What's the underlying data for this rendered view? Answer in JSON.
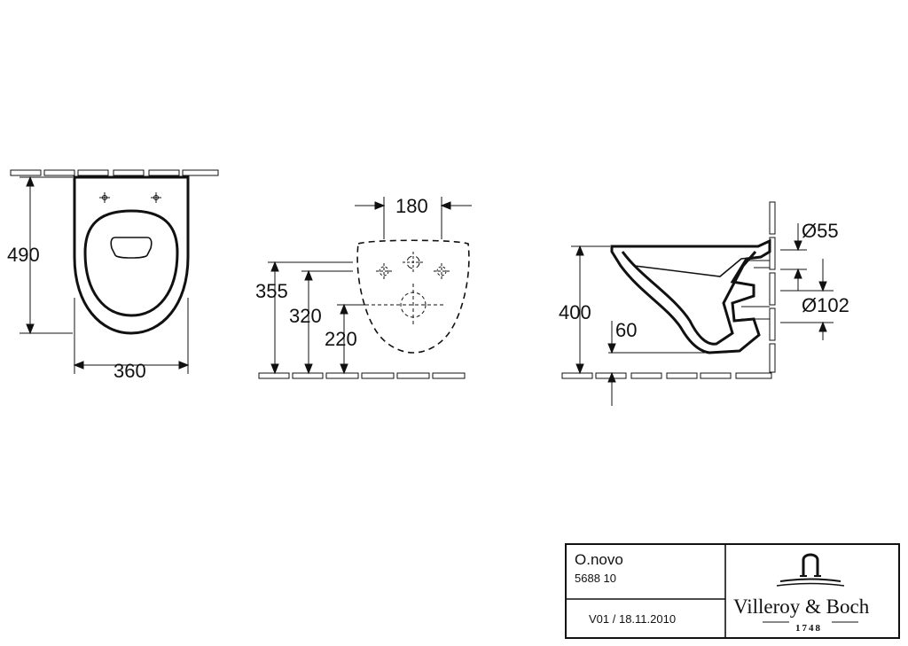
{
  "dimensions": {
    "front_height": "490",
    "front_width": "360",
    "fixing_spacing": "180",
    "height_355": "355",
    "height_320": "320",
    "height_220": "220",
    "side_height": "400",
    "side_60": "60",
    "diameter_55": "Ø55",
    "diameter_102": "Ø102"
  },
  "title_block": {
    "product_name": "O.novo",
    "article_number": "5688 10",
    "version": "V01 / 18.11.2010",
    "brand": "Villeroy & Boch",
    "brand_year": "1748"
  }
}
